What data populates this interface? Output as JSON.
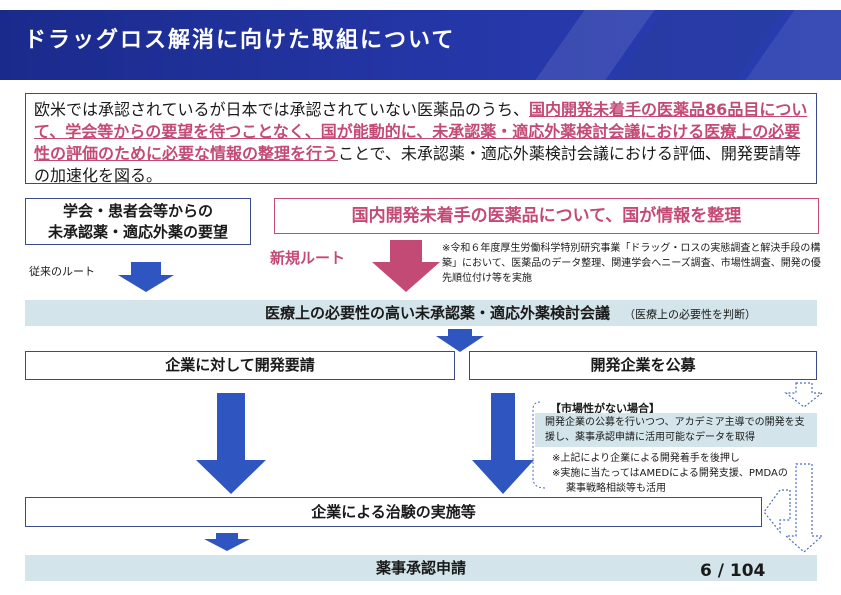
{
  "header": {
    "title": "ドラッグロス解消に向けた取組について",
    "colors": {
      "banner": "#2537a8",
      "accent_pink": "#c44a76",
      "arrow_blue": "#2f55c0",
      "panel": "#d3e4ea"
    }
  },
  "summary": {
    "text_before": "欧米では承認されているが日本では承認されていない医薬品のうち、",
    "highlight": "国内開発未着手の医薬品86品目について、学会等からの要望を待つことなく、国が能動的に、未承認薬・適応外薬検討会議における医療上の必要性の評価のために必要な情報の整理を行う",
    "text_after": "ことで、未承認薬・適応外薬検討会議における評価、開発要請等の加速化を図る。"
  },
  "sources": {
    "left_line1": "学会・患者会等からの",
    "left_line2": "未承認薬・適応外薬の要望",
    "right": "国内開発未着手の医薬品について、国が情報を整理",
    "old_route": "従来のルート",
    "new_route": "新規ルート",
    "note": "※令和６年度厚生労働科学特別研究事業「ドラッグ・ロスの実態調査と解決手段の構築」において、医薬品のデータ整理、関連学会へニーズ調査、市場性調査、開発の優先順位付け等を実施"
  },
  "meeting": {
    "title": "医療上の必要性の高い未承認薬・適応外薬検討会議",
    "sub": "（医療上の必要性を判断）"
  },
  "flow": {
    "corp_request": "企業に対して開発要請",
    "solicit": "開発企業を公募",
    "no_market_label": "【市場性がない場合】",
    "no_market_desc": "開発企業の公募を行いつつ、アカデミア主導での開発を支援し、薬事承認申請に活用可能なデータを取得",
    "no_market_note1": "※上記により企業による開発着手を後押し",
    "no_market_note2": "※実施に当たってはAMEDによる開発支援、PMDAの薬事戦略相談等も活用",
    "trial": "企業による治験の実施等",
    "approval": "薬事承認申請"
  },
  "page": {
    "number": "6 / 104"
  }
}
